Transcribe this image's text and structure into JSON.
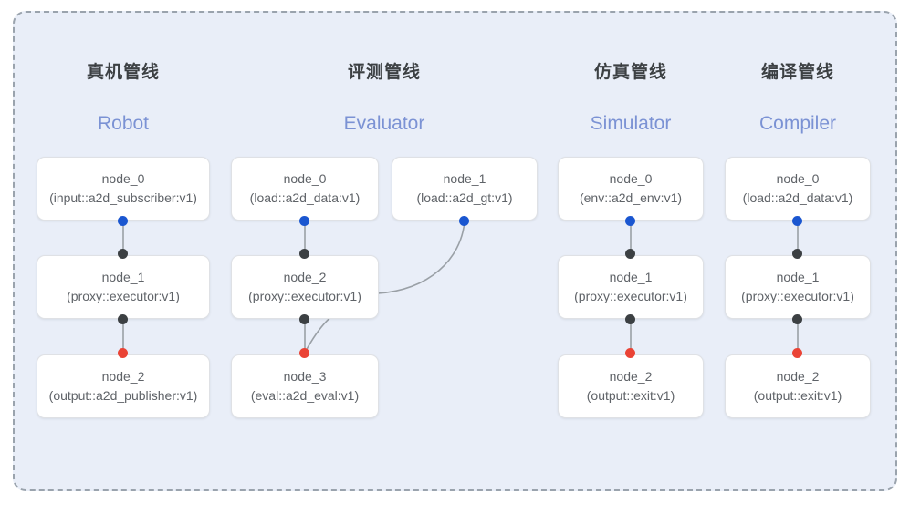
{
  "frame": {
    "name": "pipeline-diagram",
    "background_color": "#e9eef8",
    "border_color": "#9aa3ad"
  },
  "colors": {
    "port_blue": "#1a56d0",
    "port_black": "#3c4043",
    "port_red": "#ea4335",
    "title_cn": "#3c4043",
    "title_en": "#7b92d4",
    "node_text": "#5f6368",
    "node_border": "#dfe1e5",
    "edge": "#9aa0a6"
  },
  "columns": [
    {
      "id": "robot",
      "title_cn": "真机管线",
      "title_en": "Robot",
      "nodes": [
        {
          "name": "node_0",
          "type": "(input::a2d_subscriber:v1)"
        },
        {
          "name": "node_1",
          "type": "(proxy::executor:v1)"
        },
        {
          "name": "node_2",
          "type": "(output::a2d_publisher:v1)"
        }
      ]
    },
    {
      "id": "evaluator",
      "title_cn": "评测管线",
      "title_en": "Evaluator",
      "nodes": [
        {
          "name": "node_0",
          "type": "(load::a2d_data:v1)"
        },
        {
          "name": "node_1",
          "type": "(load::a2d_gt:v1)"
        },
        {
          "name": "node_2",
          "type": "(proxy::executor:v1)"
        },
        {
          "name": "node_3",
          "type": "(eval::a2d_eval:v1)"
        }
      ]
    },
    {
      "id": "simulator",
      "title_cn": "仿真管线",
      "title_en": "Simulator",
      "nodes": [
        {
          "name": "node_0",
          "type": "(env::a2d_env:v1)"
        },
        {
          "name": "node_1",
          "type": "(proxy::executor:v1)"
        },
        {
          "name": "node_2",
          "type": "(output::exit:v1)"
        }
      ]
    },
    {
      "id": "compiler",
      "title_cn": "编译管线",
      "title_en": "Compiler",
      "nodes": [
        {
          "name": "node_0",
          "type": "(load::a2d_data:v1)"
        },
        {
          "name": "node_1",
          "type": "(proxy::executor:v1)"
        },
        {
          "name": "node_2",
          "type": "(output::exit:v1)"
        }
      ]
    }
  ]
}
